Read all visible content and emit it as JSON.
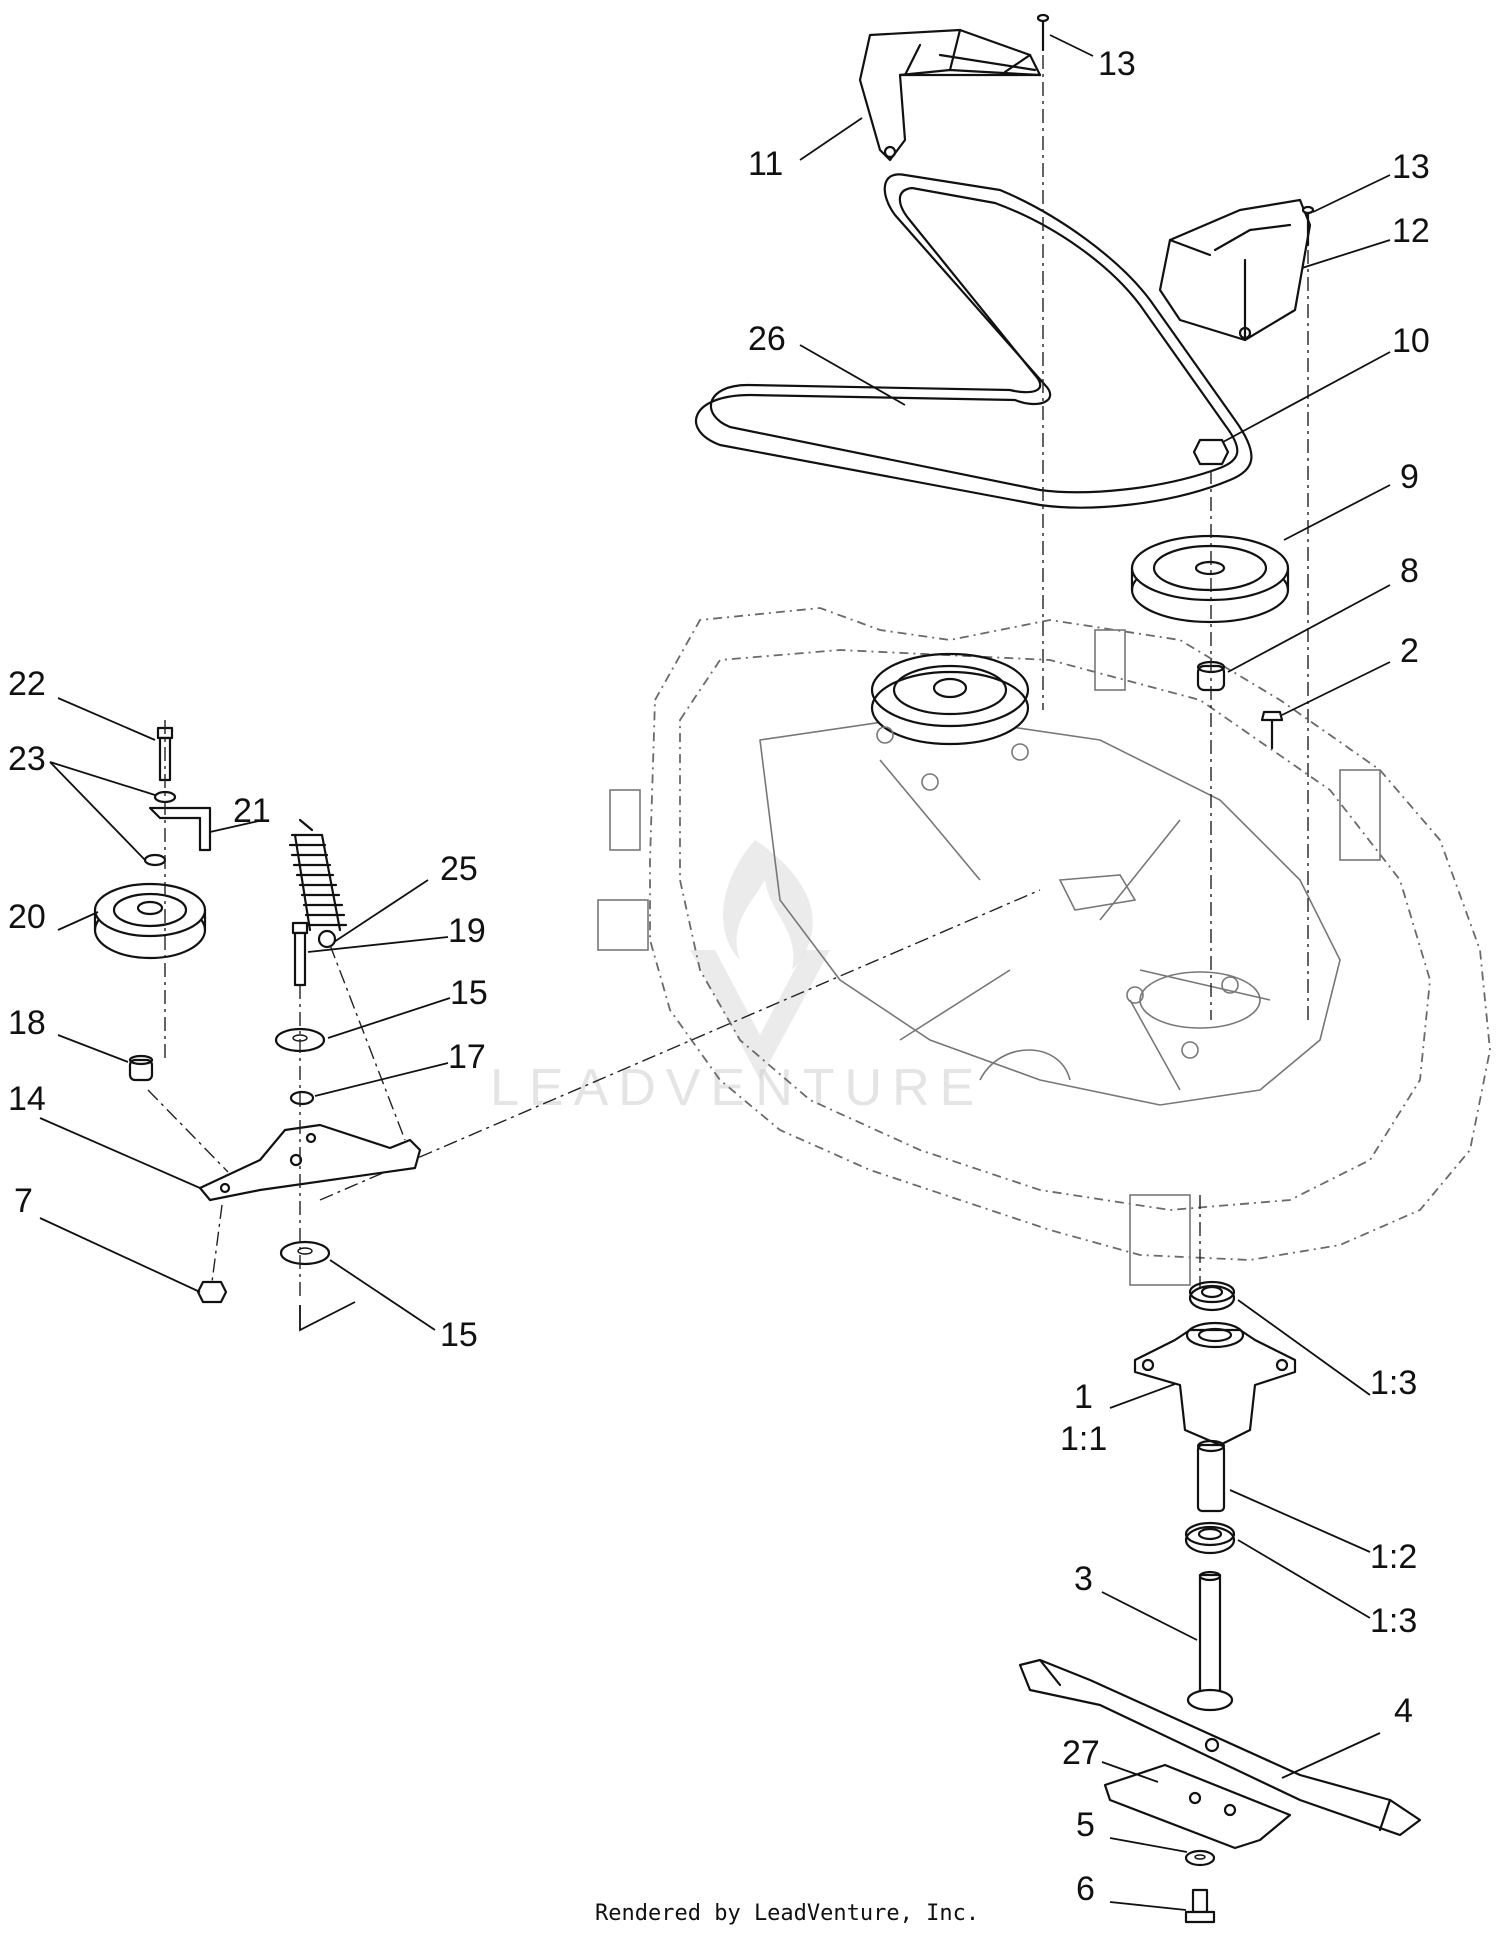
{
  "watermark": "LEADVENTURE",
  "footer": "Rendered by LeadVenture, Inc.",
  "callouts": [
    {
      "id": "c22",
      "text": "22"
    },
    {
      "id": "c23",
      "text": "23"
    },
    {
      "id": "c21",
      "text": "21"
    },
    {
      "id": "c20",
      "text": "20"
    },
    {
      "id": "c18",
      "text": "18"
    },
    {
      "id": "c14",
      "text": "14"
    },
    {
      "id": "c7",
      "text": "7"
    },
    {
      "id": "c25",
      "text": "25"
    },
    {
      "id": "c19",
      "text": "19"
    },
    {
      "id": "c15a",
      "text": "15"
    },
    {
      "id": "c17",
      "text": "17"
    },
    {
      "id": "c15b",
      "text": "15"
    },
    {
      "id": "c13a",
      "text": "13"
    },
    {
      "id": "c11",
      "text": "11"
    },
    {
      "id": "c13b",
      "text": "13"
    },
    {
      "id": "c12",
      "text": "12"
    },
    {
      "id": "c26",
      "text": "26"
    },
    {
      "id": "c10",
      "text": "10"
    },
    {
      "id": "c9",
      "text": "9"
    },
    {
      "id": "c8",
      "text": "8"
    },
    {
      "id": "c2",
      "text": "2"
    },
    {
      "id": "c1_3a",
      "text": "1:3"
    },
    {
      "id": "c1",
      "text": "1"
    },
    {
      "id": "c1_1",
      "text": "1:1"
    },
    {
      "id": "c1_2",
      "text": "1:2"
    },
    {
      "id": "c1_3b",
      "text": "1:3"
    },
    {
      "id": "c3",
      "text": "3"
    },
    {
      "id": "c4",
      "text": "4"
    },
    {
      "id": "c27",
      "text": "27"
    },
    {
      "id": "c5",
      "text": "5"
    },
    {
      "id": "c6",
      "text": "6"
    }
  ]
}
